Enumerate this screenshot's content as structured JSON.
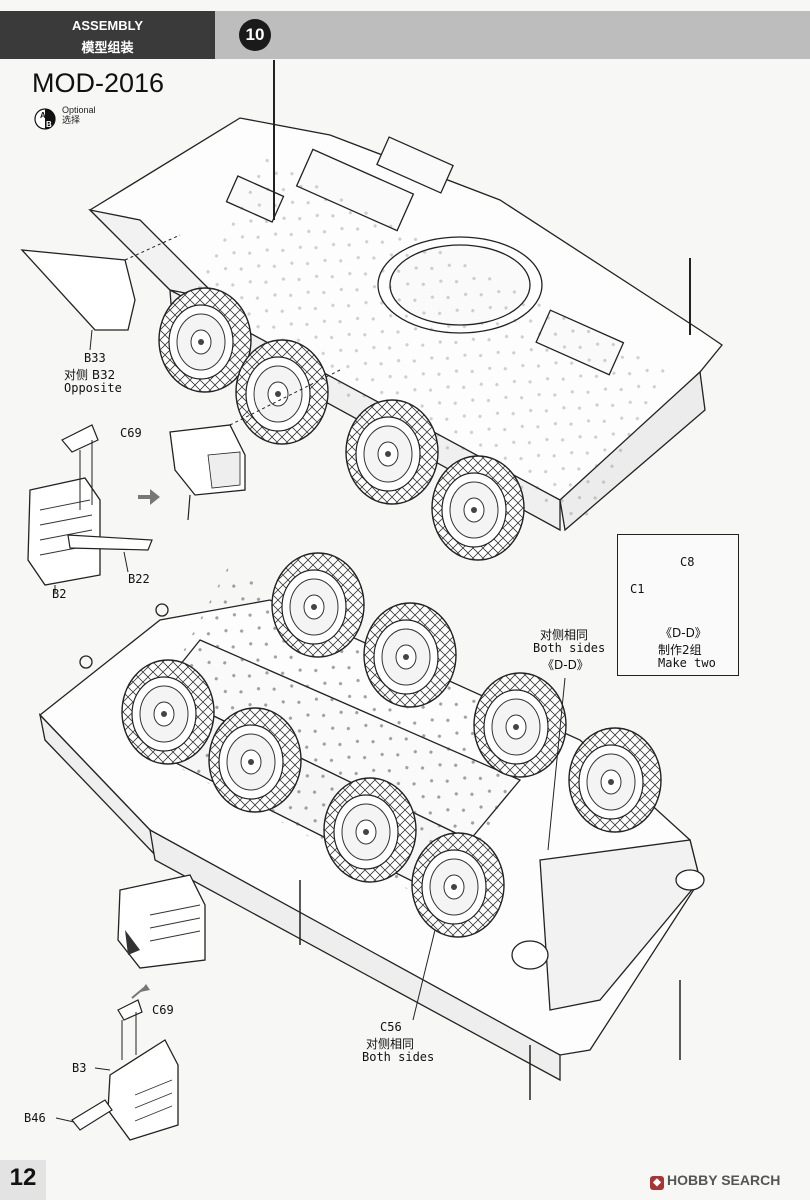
{
  "header": {
    "title_en": "ASSEMBLY",
    "title_cn": "模型组装",
    "step_number": "10"
  },
  "model_title": "MOD-2016",
  "optional": {
    "icon_letters": [
      "A",
      "B"
    ],
    "label_en": "Optional",
    "label_cn": "选择"
  },
  "upper_diagram": {
    "b33": "B33",
    "b32_opposite_cn": "对侧 B32",
    "opposite": "Opposite",
    "c69": "C69",
    "b2": "B2",
    "b22": "B22"
  },
  "inset": {
    "c8": "C8",
    "c1": "C1",
    "dd": "《D-D》",
    "make_two_cn": "制作2组",
    "make_two": "Make two"
  },
  "lower_diagram": {
    "both_sides_cn": "对侧相同",
    "both_sides": "Both sides",
    "dd": "《D-D》",
    "c56": "C56",
    "c56_cn": "对侧相同",
    "c56_both": "Both sides",
    "c69": "C69",
    "b3": "B3",
    "b46": "B46"
  },
  "page_number": "12",
  "watermark": "HOBBY SEARCH"
}
